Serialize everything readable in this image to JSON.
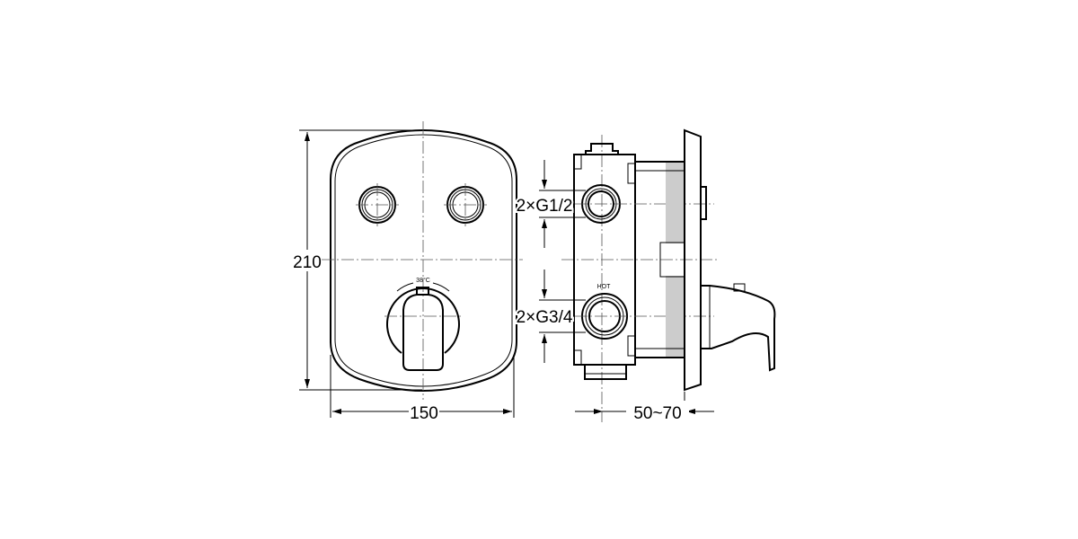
{
  "front_view": {
    "height_dim": "210",
    "width_dim": "150",
    "temp_label": "38°C"
  },
  "side_view": {
    "upper_port_dim": "2×G1/2",
    "lower_port_dim": "2×G3/4",
    "hot_label": "HOT",
    "depth_dim": "50~70"
  }
}
